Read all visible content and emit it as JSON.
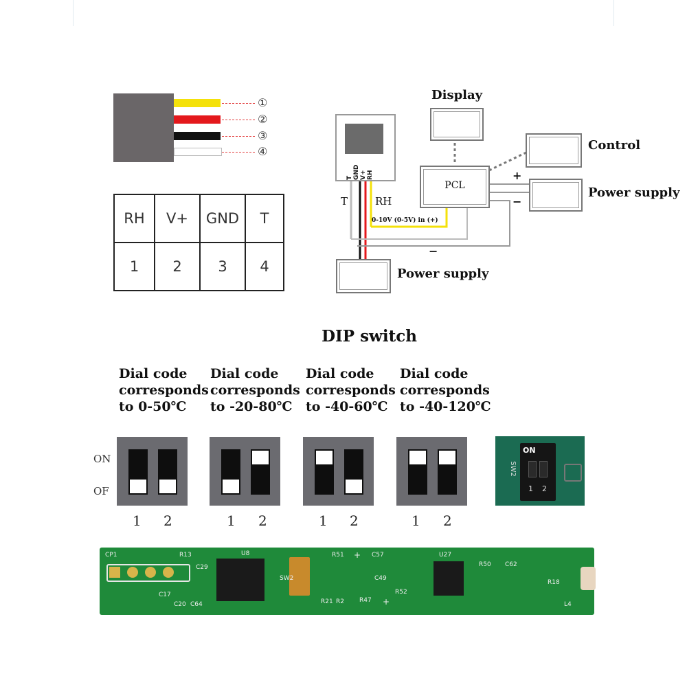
{
  "connector": {
    "wires": [
      {
        "color": "#f4e10a",
        "num": "①"
      },
      {
        "color": "#e4181c",
        "num": "②"
      },
      {
        "color": "#111111",
        "num": "③"
      },
      {
        "color": "#ffffff",
        "num": "④"
      }
    ]
  },
  "pin_table": {
    "labels": [
      "RH",
      "V+",
      "GND",
      "T"
    ],
    "numbers": [
      "1",
      "2",
      "3",
      "4"
    ]
  },
  "wiring": {
    "display": "Display",
    "control": "Control",
    "power_supply_right": "Power supply",
    "power_supply_bottom": "Power supply",
    "pcl": "PCL",
    "sensor_pins": "T GND V+ RH",
    "t": "T",
    "rh": "RH",
    "signal": "0-10V (0-5V) in (+)",
    "plus": "+",
    "minus": "−",
    "minus_bottom": "−"
  },
  "dip": {
    "title": "DIP switch",
    "on": "ON",
    "off": "OF",
    "options": [
      {
        "line1": "Dial code",
        "line2": "corresponds",
        "line3": "to 0-50℃",
        "sw1": "on",
        "sw2": "on"
      },
      {
        "line1": "Dial code",
        "line2": "corresponds",
        "line3": "to -20-80℃",
        "sw1": "on",
        "sw2": "off"
      },
      {
        "line1": "Dial code",
        "line2": "corresponds",
        "line3": "to -40-60℃",
        "sw1": "off",
        "sw2": "on"
      },
      {
        "line1": "Dial code",
        "line2": "corresponds",
        "line3": "to -40-120℃",
        "sw1": "off",
        "sw2": "off"
      }
    ],
    "num1": "1",
    "num2": "2"
  },
  "photo": {
    "on_text": "ON",
    "sw_label": "SW2",
    "n1": "1",
    "n2": "2"
  },
  "pcb": {
    "labels": [
      "CP1",
      "R13",
      "C29",
      "U8",
      "SW2",
      "R51",
      "C57",
      "U27",
      "R50",
      "C62",
      "R18",
      "L4",
      "C17",
      "C20",
      "C64",
      "R47",
      "R21",
      "R2",
      "R52",
      "C49",
      "+",
      "+"
    ]
  }
}
